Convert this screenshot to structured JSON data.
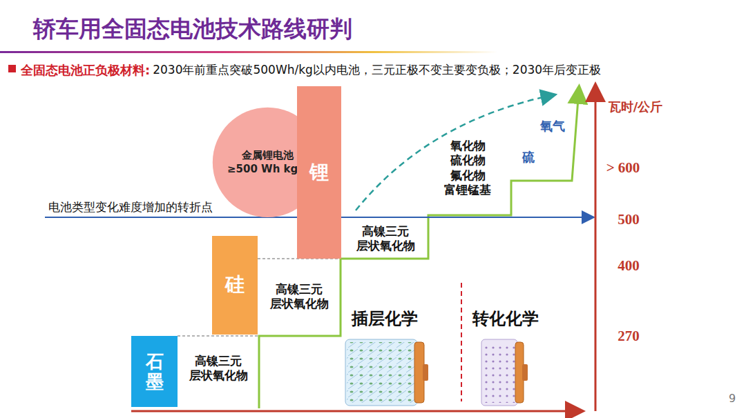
{
  "diagram": {
    "title": "轿车用全固态电池技术路线研判",
    "nodes": [
      {
        "text": [
          "金属锂电池",
          "≥500 Wh kg⁻¹"
        ]
      },
      {
        "text": [
          "锂"
        ]
      },
      {
        "text": [
          "硅"
        ]
      },
      {
        "text": [
          "石墨"
        ]
      }
    ],
    "labels": [
      "全固态电池正负极材料:",
      "2030年前重点突破500Wh/kg以内电池，三元正极不变主要变负极；2030年后变正极",
      "氧气",
      "瓦时/公斤",
      "硫",
      "氧化物 硫化物 氟化物 富锂锰基",
      "> 600",
      "电池类型变化难度增加的转折点",
      "500",
      "高镍三元 层状氧化物",
      "400",
      "高镍三元 层状氧化物",
      "插层化学",
      "转化化学",
      "270",
      "高镍三元 层状氧化物",
      "9"
    ]
  }
}
